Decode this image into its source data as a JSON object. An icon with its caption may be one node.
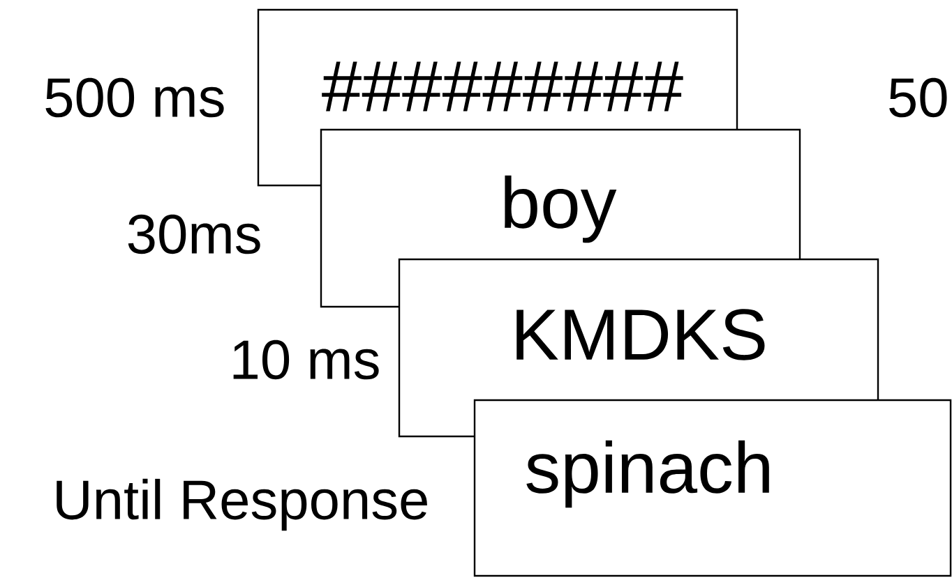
{
  "diagram": {
    "nodes": [
      {
        "text": [
          "#########"
        ],
        "beside": [
          "500 ms"
        ]
      },
      {
        "text": [
          "boy"
        ],
        "beside": [
          "30ms"
        ]
      },
      {
        "text": [
          "KMDKS"
        ],
        "beside": [
          "10 ms"
        ]
      },
      {
        "text": [
          "spinach"
        ],
        "beside": [
          "Until Response"
        ]
      }
    ],
    "labels": [
      "50"
    ]
  }
}
